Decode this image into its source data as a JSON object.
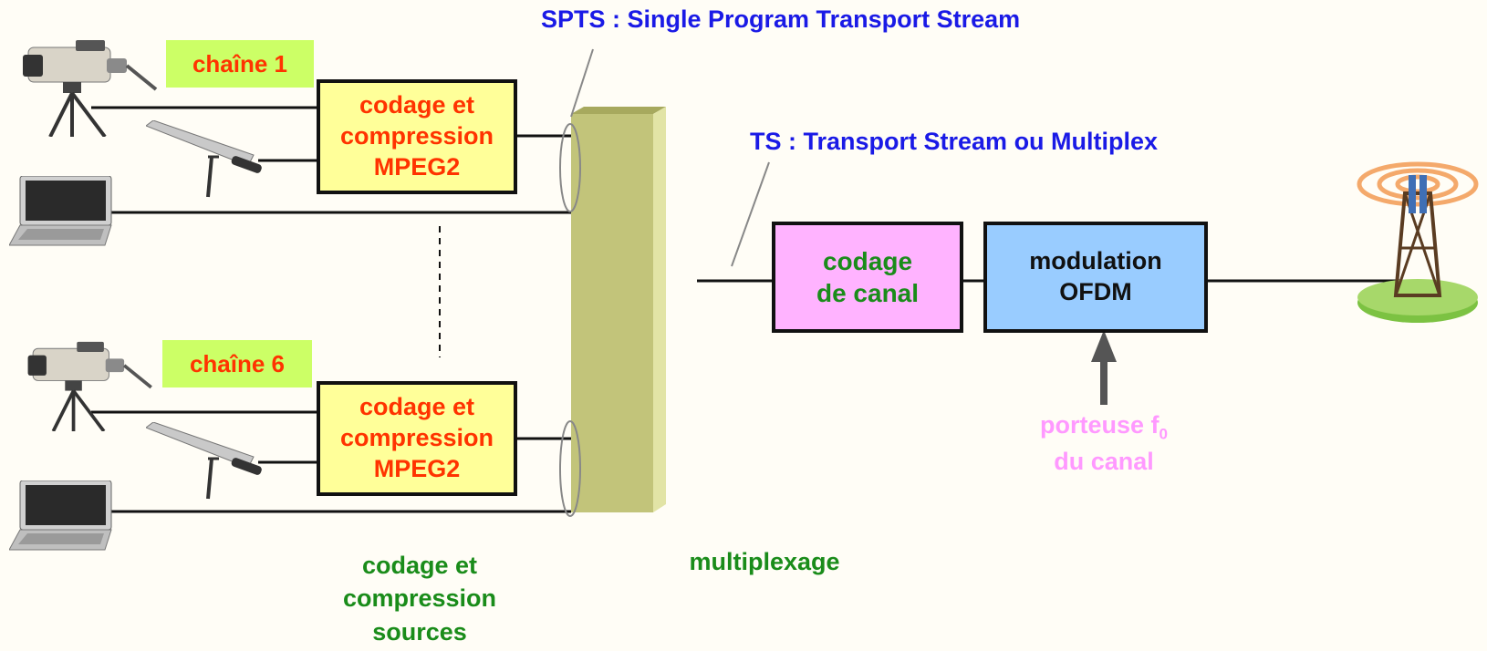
{
  "headers": {
    "spts": "SPTS : Single Program Transport Stream",
    "ts": "TS : Transport Stream ou Multiplex"
  },
  "chains": [
    {
      "label": "chaîne 1",
      "encoder_lines": [
        "codage et",
        "compression",
        "MPEG2"
      ]
    },
    {
      "label": "chaîne 6",
      "encoder_lines": [
        "codage et",
        "compression",
        "MPEG2"
      ]
    }
  ],
  "channel_coding": {
    "lines": [
      "codage",
      "de canal"
    ]
  },
  "modulation": {
    "lines": [
      "modulation",
      "OFDM"
    ]
  },
  "carrier": {
    "line1": "porteuse f",
    "subscript": "0",
    "line2": "du canal"
  },
  "captions": {
    "source_coding": [
      "codage et",
      "compression",
      "sources"
    ],
    "multiplexing": "multiplexage"
  },
  "icons": [
    "camera-icon",
    "microphone-icon",
    "laptop-icon",
    "antenna-tower-icon"
  ],
  "colors": {
    "chain_label_bg": "#ccff66",
    "encoder_bg": "#ffff99",
    "channel_bg": "#ffb3ff",
    "modulation_bg": "#99ccff",
    "mux_bar": "#c2c47a",
    "title_blue": "#1a1ae6",
    "caption_green": "#1a8c1a"
  }
}
